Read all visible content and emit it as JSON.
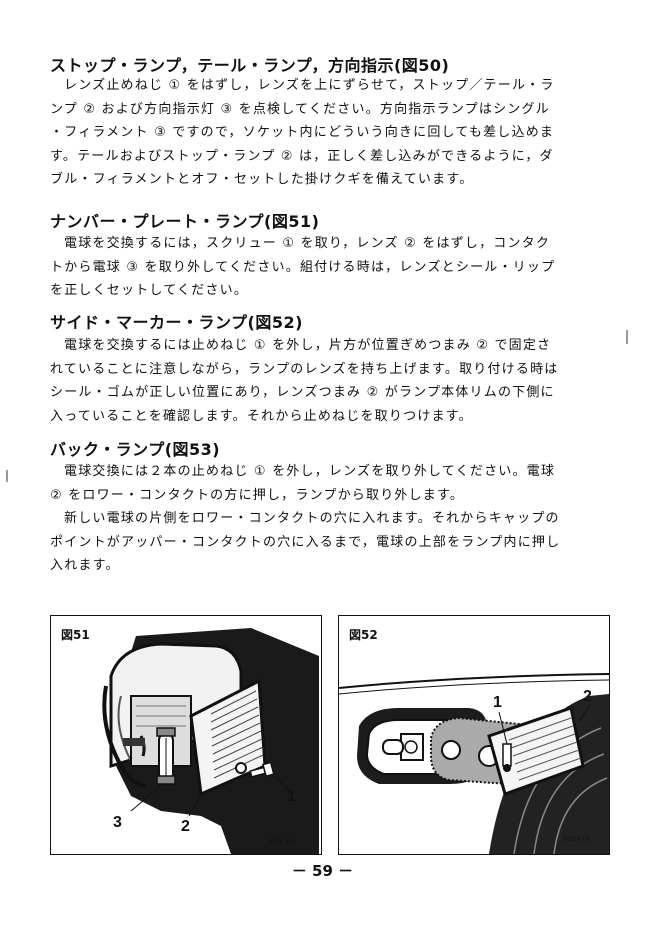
{
  "sections": [
    {
      "heading": "ストップ・ランプ，テール・ランプ，方向指示(図50)",
      "lines": [
        "レンズ止めねじ ① をはずし，レンズを上にずらせて，ストップ／テール・ラ",
        "ンプ ② および方向指示灯 ③ を点検してください。方向指示ランプはシングル",
        "・フィラメント ③ ですので，ソケット内にどういう向きに回しても差し込めま",
        "す。テールおよびストップ・ランプ ② は，正しく差し込みができるように，ダ",
        "ブル・フィラメントとオフ・セットした掛けクギを備えています。"
      ]
    },
    {
      "heading": "ナンバー・プレート・ランプ(図51)",
      "lines": [
        "電球を交換するには，スクリュー ① を取り，レンズ ② をはずし，コンタク",
        "トから電球 ③ を取り外してください。組付ける時は，レンズとシール・リップ",
        "を正しくセットしてください。"
      ]
    },
    {
      "heading": "サイド・マーカー・ランプ(図52)",
      "lines": [
        "電球を交換するには止めねじ ① を外し，片方が位置ぎめつまみ ② で固定さ",
        "れていることに注意しながら，ランプのレンズを持ち上げます。取り付ける時は",
        "シール・ゴムが正しい位置にあり，レンズつまみ ② がランプ本体リムの下側に",
        "入っていることを確認します。それから止めねじを取りつけます。"
      ]
    },
    {
      "heading": "バック・ランプ(図53)",
      "lines": [
        "電球交換には２本の止めねじ ① を外し，レンズを取り外してください。電球",
        "② をロワー・コンタクトの方に押し，ランプから取り外します。",
        "新しい電球の片側をロワー・コンタクトの穴に入れます。それからキャップの",
        "ポイントがアッパー・コンタクトの穴に入るまで，電球の上部をランプ内に押し",
        "入れます。"
      ]
    }
  ],
  "figures": [
    {
      "label": "図51",
      "code": "SKD 111",
      "callouts": [
        "1",
        "2",
        "3"
      ]
    },
    {
      "label": "図52",
      "code": "SO6978",
      "callouts": [
        "1",
        "2"
      ]
    }
  ],
  "page_number": "－ 59 －"
}
